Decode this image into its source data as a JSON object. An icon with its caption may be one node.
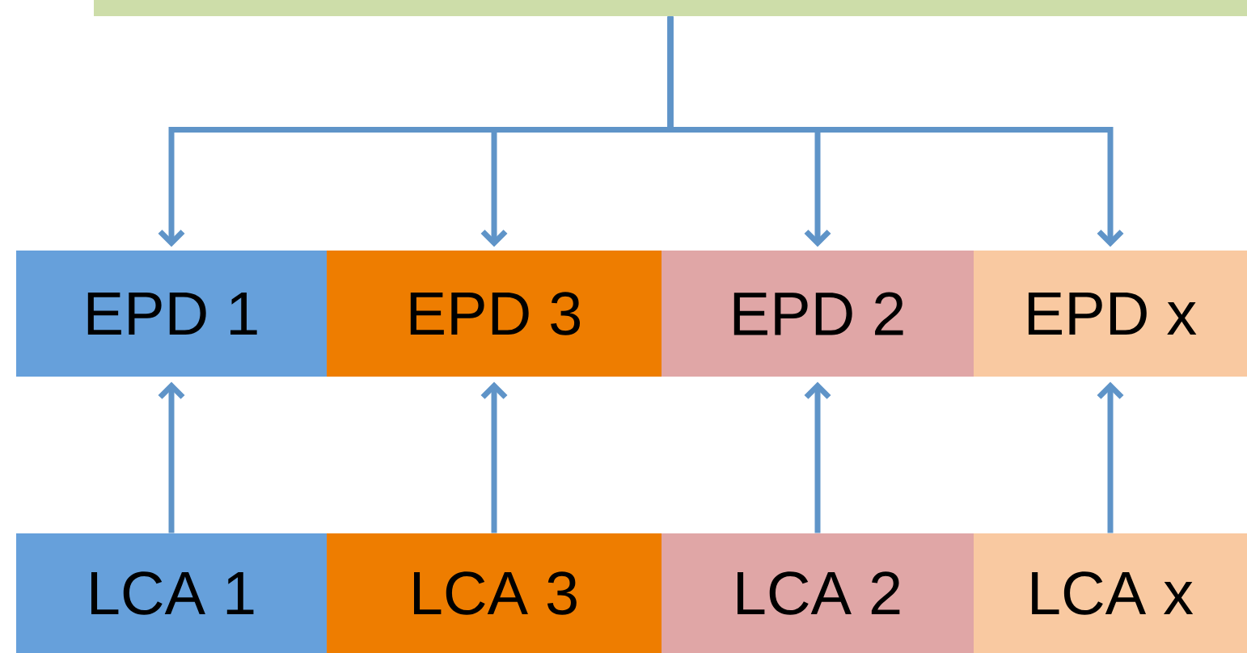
{
  "diagram": {
    "nodes": [
      {
        "text": [],
        "shape": "box"
      },
      {
        "text": [
          "EPD 1"
        ]
      },
      {
        "text": [
          "EPD 3"
        ]
      },
      {
        "text": [
          "EPD 2"
        ]
      },
      {
        "text": [
          "EPD x"
        ]
      },
      {
        "text": [
          "LCA 1"
        ]
      },
      {
        "text": [
          "LCA  3"
        ]
      },
      {
        "text": [
          "LCA 2"
        ]
      },
      {
        "text": [
          "LCA x"
        ]
      }
    ],
    "edges": [
      {
        "from": 0,
        "to": 1,
        "arrow": "to"
      },
      {
        "from": 0,
        "to": 2,
        "arrow": "to"
      },
      {
        "from": 0,
        "to": 3,
        "arrow": "to"
      },
      {
        "from": 0,
        "to": 4,
        "arrow": "to"
      },
      {
        "from": 5,
        "to": 1,
        "arrow": "to"
      },
      {
        "from": 6,
        "to": 2,
        "arrow": "to"
      },
      {
        "from": 7,
        "to": 3,
        "arrow": "to"
      },
      {
        "from": 8,
        "to": 4,
        "arrow": "to"
      }
    ]
  }
}
